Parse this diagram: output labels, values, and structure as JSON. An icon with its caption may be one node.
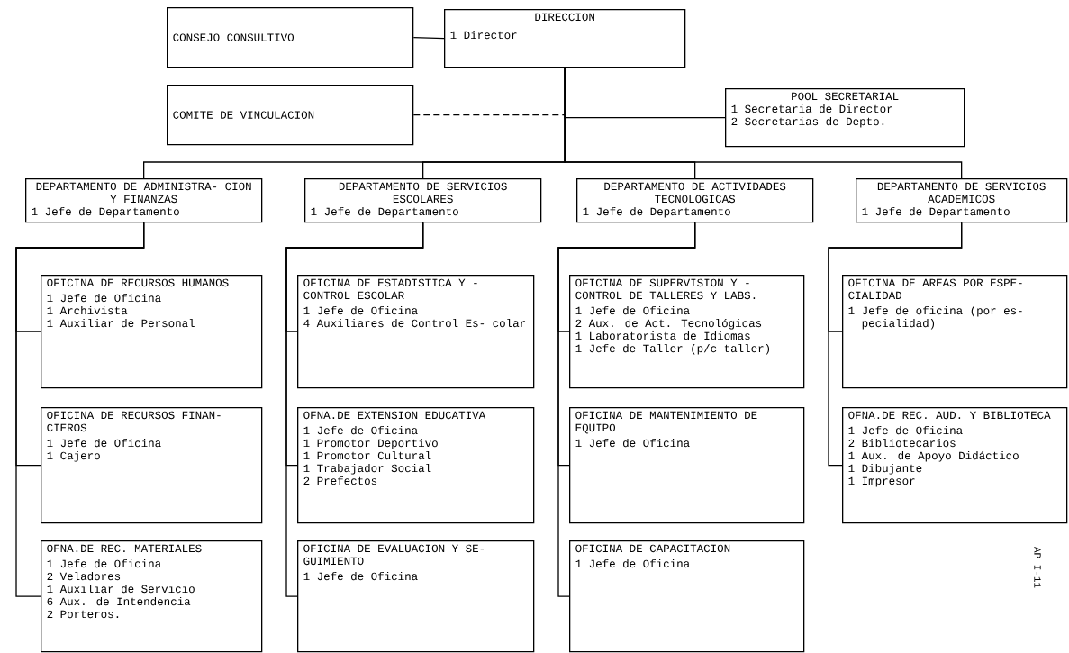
{
  "diagram": {
    "nodes": [
      {
        "text": [
          "CONSEJO CONSULTIVO"
        ]
      },
      {
        "text": [
          "DIRECCION",
          "1 Director"
        ]
      },
      {
        "text": [
          "COMITE DE VINCULACION"
        ]
      },
      {
        "text": [
          "POOL SECRETARIAL",
          "1 Secretaria de Director",
          "2 Secretarias de Depto."
        ]
      },
      {
        "text": [
          "DEPARTAMENTO DE ADMINISTRA- CION Y FINANZAS",
          "1 Jefe de Departamento"
        ]
      },
      {
        "text": [
          "DEPARTAMENTO DE SERVICIOS ESCOLARES",
          "1 Jefe de Departamento"
        ]
      },
      {
        "text": [
          "DEPARTAMENTO DE ACTIVIDADES TECNOLOGICAS",
          "1 Jefe de Departamento"
        ]
      },
      {
        "text": [
          "DEPARTAMENTO DE SERVICIOS ACADEMICOS",
          "1 Jefe de Departamento"
        ]
      },
      {
        "text": [
          "OFICINA DE RECURSOS HUMANOS",
          "1 Jefe de Oficina",
          "1 Archivista",
          "1 Auxiliar de Personal"
        ]
      },
      {
        "text": [
          "OFICINA DE RECURSOS FINAN- CIEROS",
          "1 Jefe de Oficina",
          "1 Cajero"
        ]
      },
      {
        "text": [
          "OFNA.DE REC. MATERIALES",
          "1 Jefe de Oficina",
          "2 Veladores",
          "1 Auxiliar de Servicio",
          "6 Aux. de Intendencia",
          "2 Porteros."
        ]
      },
      {
        "text": [
          "OFICINA DE ESTADISTICA Y - CONTROL ESCOLAR",
          "1 Jefe de Oficina",
          "4 Auxiliares de Control Es- colar"
        ]
      },
      {
        "text": [
          "OFNA.DE EXTENSION EDUCATIVA",
          "1 Jefe de Oficina",
          "1 Promotor Deportivo",
          "1 Promotor Cultural",
          "1 Trabajador Social",
          "2 Prefectos"
        ]
      },
      {
        "text": [
          "OFICINA DE EVALUACION Y SE- GUIMIENTO",
          "1 Jefe de Oficina"
        ]
      },
      {
        "text": [
          "OFICINA DE SUPERVISION Y - CONTROL DE TALLERES Y LABS.",
          "1 Jefe de Oficina",
          "2 Aux. de Act. Tecnológicas",
          "1 Laboratorista de Idiomas",
          "1 Jefe de Taller (p/c taller)"
        ]
      },
      {
        "text": [
          "OFICINA DE MANTENIMIENTO DE EQUIPO",
          "1 Jefe de Oficina"
        ]
      },
      {
        "text": [
          "OFICINA DE CAPACITACION",
          "1 Jefe de Oficina"
        ]
      },
      {
        "text": [
          "OFICINA DE AREAS POR ESPE- CIALIDAD",
          "1 Jefe de oficina (por es- pecialidad)"
        ]
      },
      {
        "text": [
          "OFNA.DE REC. AUD. Y BIBLIOTECA",
          "1 Jefe de Oficina",
          "2 Bibliotecarios",
          "1 Aux. de Apoyo Didáctico",
          "1 Dibujante",
          "1 Impresor"
        ]
      }
    ],
    "edges": [
      {
        "from": 1,
        "to": 0,
        "arrow": "none"
      },
      {
        "from": 1,
        "to": 2,
        "arrow": "none",
        "style": "dashed"
      },
      {
        "from": 1,
        "to": 3,
        "arrow": "none"
      },
      {
        "from": 1,
        "to": 4,
        "arrow": "none"
      },
      {
        "from": 1,
        "to": 5,
        "arrow": "none"
      },
      {
        "from": 1,
        "to": 6,
        "arrow": "none"
      },
      {
        "from": 1,
        "to": 7,
        "arrow": "none"
      },
      {
        "from": 4,
        "to": 8,
        "arrow": "none"
      },
      {
        "from": 4,
        "to": 9,
        "arrow": "none"
      },
      {
        "from": 4,
        "to": 10,
        "arrow": "none"
      },
      {
        "from": 5,
        "to": 11,
        "arrow": "none"
      },
      {
        "from": 5,
        "to": 12,
        "arrow": "none"
      },
      {
        "from": 5,
        "to": 13,
        "arrow": "none"
      },
      {
        "from": 6,
        "to": 14,
        "arrow": "none"
      },
      {
        "from": 6,
        "to": 15,
        "arrow": "none"
      },
      {
        "from": 6,
        "to": 16,
        "arrow": "none"
      },
      {
        "from": 7,
        "to": 17,
        "arrow": "none"
      },
      {
        "from": 7,
        "to": 18,
        "arrow": "none"
      }
    ],
    "labels": [
      "AP I-11"
    ]
  }
}
